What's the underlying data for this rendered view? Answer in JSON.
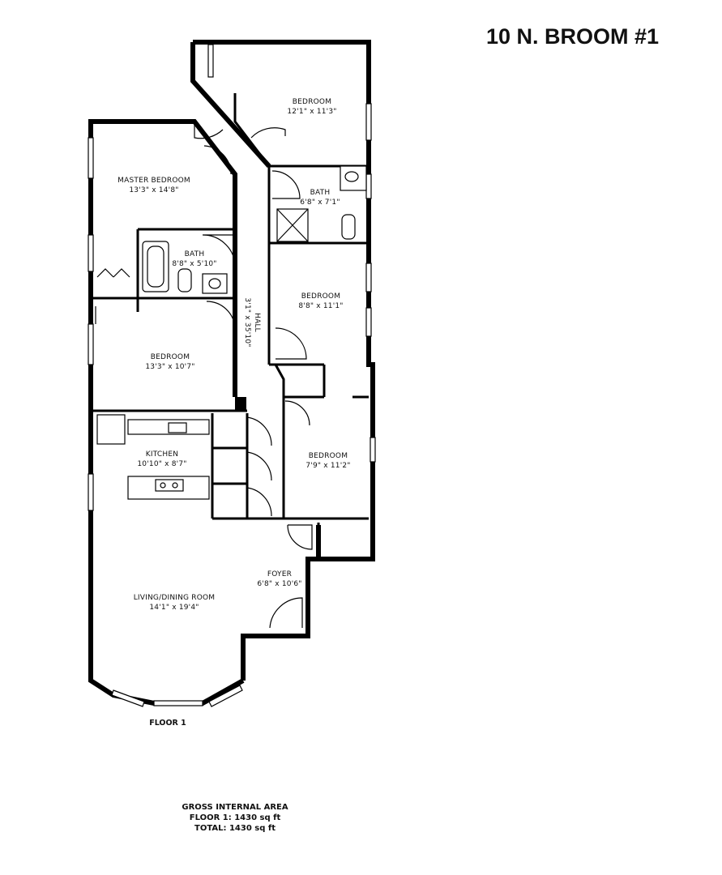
{
  "title": "10 N. BROOM #1",
  "rooms": {
    "bedroom_top": {
      "name": "BEDROOM",
      "dims": "12'1\" x 11'3\""
    },
    "master": {
      "name": "MASTER BEDROOM",
      "dims": "13'3\" x 14'8\""
    },
    "bath_right": {
      "name": "BATH",
      "dims": "6'8\" x 7'1\""
    },
    "bath_master": {
      "name": "BATH",
      "dims": "8'8\" x 5'10\""
    },
    "bedroom_mid": {
      "name": "BEDROOM",
      "dims": "8'8\" x 11'1\""
    },
    "hall": {
      "name": "HALL",
      "dims": "3'1\" x 35'10\""
    },
    "bedroom_left": {
      "name": "BEDROOM",
      "dims": "13'3\" x 10'7\""
    },
    "kitchen": {
      "name": "KITCHEN",
      "dims": "10'10\" x 8'7\""
    },
    "bedroom_small": {
      "name": "BEDROOM",
      "dims": "7'9\" x 11'2\""
    },
    "foyer": {
      "name": "FOYER",
      "dims": "6'8\" x 10'6\""
    },
    "living": {
      "name": "LIVING/DINING ROOM",
      "dims": "14'1\" x 19'4\""
    }
  },
  "floor_label": "FLOOR 1",
  "area": {
    "heading": "GROSS INTERNAL AREA",
    "floor": "FLOOR 1: 1430 sq ft",
    "total": "TOTAL: 1430 sq ft"
  }
}
